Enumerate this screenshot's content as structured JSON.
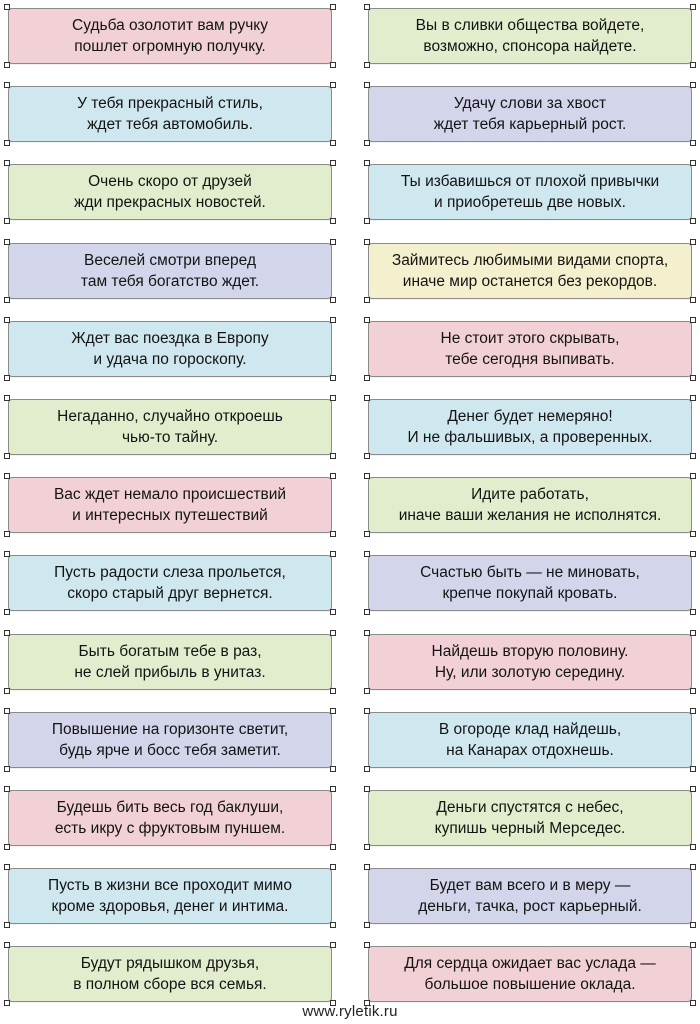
{
  "colors": {
    "pink": "#f2d1d6",
    "green": "#e1edcc",
    "blue": "#cfe7ef",
    "lavender": "#d3d5eb",
    "yellow": "#f4f0cd"
  },
  "cards": [
    {
      "text": "Судьба озолотит вам ручку\nпошлет огромную получку.",
      "color": "pink"
    },
    {
      "text": "Вы в сливки общества войдете,\nвозможно, спонсора найдете.",
      "color": "green"
    },
    {
      "text": "У тебя прекрасный стиль,\nждет тебя автомобиль.",
      "color": "blue"
    },
    {
      "text": "Удачу слови за хвост\nждет тебя карьерный рост.",
      "color": "lavender"
    },
    {
      "text": "Очень скоро от друзей\nжди прекрасных новостей.",
      "color": "green"
    },
    {
      "text": "Ты избавишься от плохой привычки\nи приобретешь две новых.",
      "color": "blue"
    },
    {
      "text": "Веселей смотри вперед\nтам тебя богатство ждет.",
      "color": "lavender"
    },
    {
      "text": "Займитесь любимыми видами спорта,\nиначе мир останется без рекордов.",
      "color": "yellow"
    },
    {
      "text": "Ждет вас поездка в Европу\nи удача по гороскопу.",
      "color": "blue"
    },
    {
      "text": "Не стоит этого скрывать,\nтебе сегодня выпивать.",
      "color": "pink"
    },
    {
      "text": "Негаданно, случайно откроешь\nчью-то тайну.",
      "color": "green"
    },
    {
      "text": "Денег будет немеряно!\nИ не фальшивых, а проверенных.",
      "color": "blue"
    },
    {
      "text": "Вас ждет немало происшествий\nи интересных путешествий",
      "color": "pink"
    },
    {
      "text": "Идите работать,\nиначе ваши желания не исполнятся.",
      "color": "green"
    },
    {
      "text": "Пусть радости слеза прольется,\nскоро старый друг вернется.",
      "color": "blue"
    },
    {
      "text": "Счастью быть — не миновать,\nкрепче покупай кровать.",
      "color": "lavender"
    },
    {
      "text": "Быть богатым тебе в раз,\nне слей прибыль в унитаз.",
      "color": "green"
    },
    {
      "text": "Найдешь вторую половину.\nНу, или золотую середину.",
      "color": "pink"
    },
    {
      "text": "Повышение на горизонте светит,\nбудь ярче и босс тебя заметит.",
      "color": "lavender"
    },
    {
      "text": "В огороде клад найдешь,\nна Канарах отдохнешь.",
      "color": "blue"
    },
    {
      "text": "Будешь бить весь год баклуши,\nесть икру с фруктовым пуншем.",
      "color": "pink"
    },
    {
      "text": "Деньги спустятся с небес,\nкупишь черный Мерседес.",
      "color": "green"
    },
    {
      "text": "Пусть в жизни все проходит мимо\nкроме здоровья, денег и интима.",
      "color": "blue"
    },
    {
      "text": "Будет вам всего и в меру —\nденьги, тачка, рост карьерный.",
      "color": "lavender"
    },
    {
      "text": "Будут рядышком друзья,\nв полном сборе вся семья.",
      "color": "green"
    },
    {
      "text": "Для сердца ожидает вас услада —\nбольшое повышение оклада.",
      "color": "pink"
    }
  ],
  "footer": {
    "site": "www.ryletik.ru"
  }
}
